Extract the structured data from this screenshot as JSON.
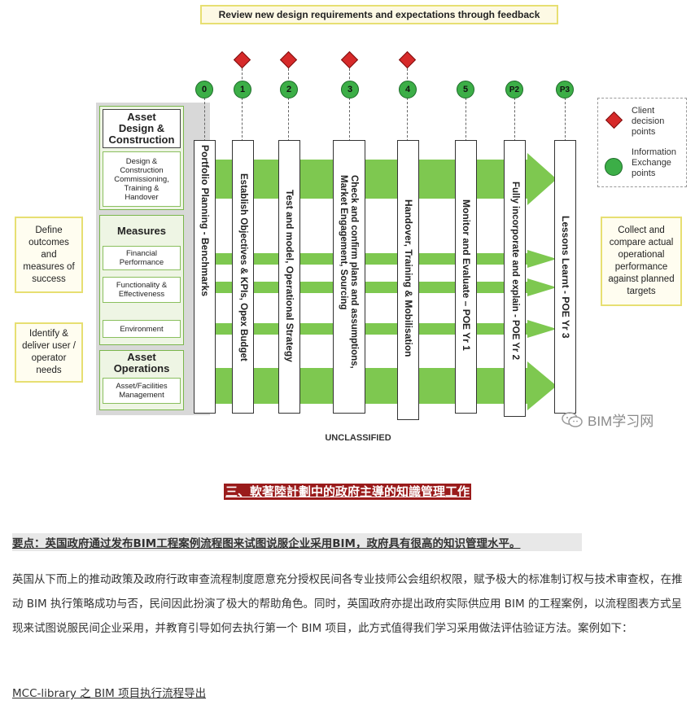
{
  "figure": {
    "top_banner": "Review new design requirements and expectations through feedback",
    "groups": [
      {
        "title": "Asset\nDesign &\nConstruction",
        "items": [
          "Design &\nConstruction\nCommissioning,\nTraining &\nHandover"
        ]
      },
      {
        "title": "Measures",
        "items": [
          "Financial\nPerformance",
          "Functionality &\nEffectiveness",
          "Environment"
        ]
      },
      {
        "title": "Asset\nOperations",
        "items": [
          "Asset/Facilities\nManagement"
        ]
      }
    ],
    "left_boxes": [
      "Define\noutcomes\nand\nmeasures of\nsuccess",
      "Identify &\ndeliver user /\noperator\nneeds"
    ],
    "right_box": "Collect and\ncompare actual\noperational\nperformance\nagainst planned\ntargets",
    "stages": [
      {
        "label": "0",
        "diamond": false,
        "text": "Portfolio Planning - Benchmarks"
      },
      {
        "label": "1",
        "diamond": true,
        "text": "Establish Objectives & KPIs, Opex Budget"
      },
      {
        "label": "2",
        "diamond": true,
        "text": "Test and model, Operational Strategy"
      },
      {
        "label": "3",
        "diamond": true,
        "text": "Check and confirm plans and assumptions,\nMarket Engagement, Sourcing"
      },
      {
        "label": "4",
        "diamond": true,
        "text": "Handover, Training & Mobilisation"
      },
      {
        "label": "5",
        "diamond": false,
        "text": "Monitor and Evaluate – POE Yr 1"
      },
      {
        "label": "P2",
        "diamond": false,
        "text": "Fully incorporate and explain - POE Yr 2"
      },
      {
        "label": "P3",
        "diamond": false,
        "text": "Lessons Learnt - POE Yr 3"
      }
    ],
    "legend": {
      "client_decision": "Client\ndecision\npoints",
      "information_exchange": "Information\nExchange\npoints"
    },
    "unclassified": "UNCLASSIFIED",
    "watermark": "BIM学习网",
    "colors": {
      "arrow_green": "#7ec850",
      "diamond_red": "#d62a2a",
      "circle_green": "#3cae47",
      "banner_yellow": "#e7df72"
    }
  },
  "article": {
    "heading": "三、軟著陸計劃中的政府主導的知識管理工作",
    "key_point": "要点：英国政府通过发布BIM工程案例流程图来试图说服企业采用BIM，政府具有很高的知识管理水平。",
    "paragraph": "英国从下而上的推动政策及政府行政审查流程制度愿意充分授权民间各专业技师公会组织权限，赋予极大的标准制订权与技术审查权，在推动 BIM 执行策略成功与否，民间因此扮演了极大的帮助角色。同时，英国政府亦提出政府实际供应用 BIM 的工程案例，以流程图表方式呈现来试图说服民间企业采用，并教育引导如何去执行第一个 BIM 项目，此方式值得我们学习采用做法评估验证方法。案例如下：",
    "link": "MCC-library 之 BIM 项目执行流程导出"
  }
}
